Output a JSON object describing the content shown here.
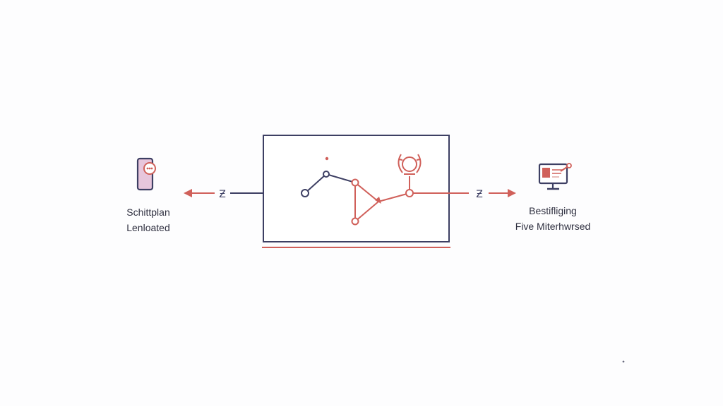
{
  "left_node": {
    "line1": "Schittplan",
    "line2": "Lenloated",
    "icon": "smartphone-icon"
  },
  "right_node": {
    "line1": "Bestifliging",
    "line2": "Five Miterhwrsed",
    "icon": "monitor-icon"
  },
  "left_link_glyph": "Ƶ",
  "right_link_glyph": "Ƶ",
  "colors": {
    "navy": "#3d3f63",
    "coral": "#d0605a",
    "phone_fill": "#e7c6dc",
    "background": "#fdfdfe"
  }
}
